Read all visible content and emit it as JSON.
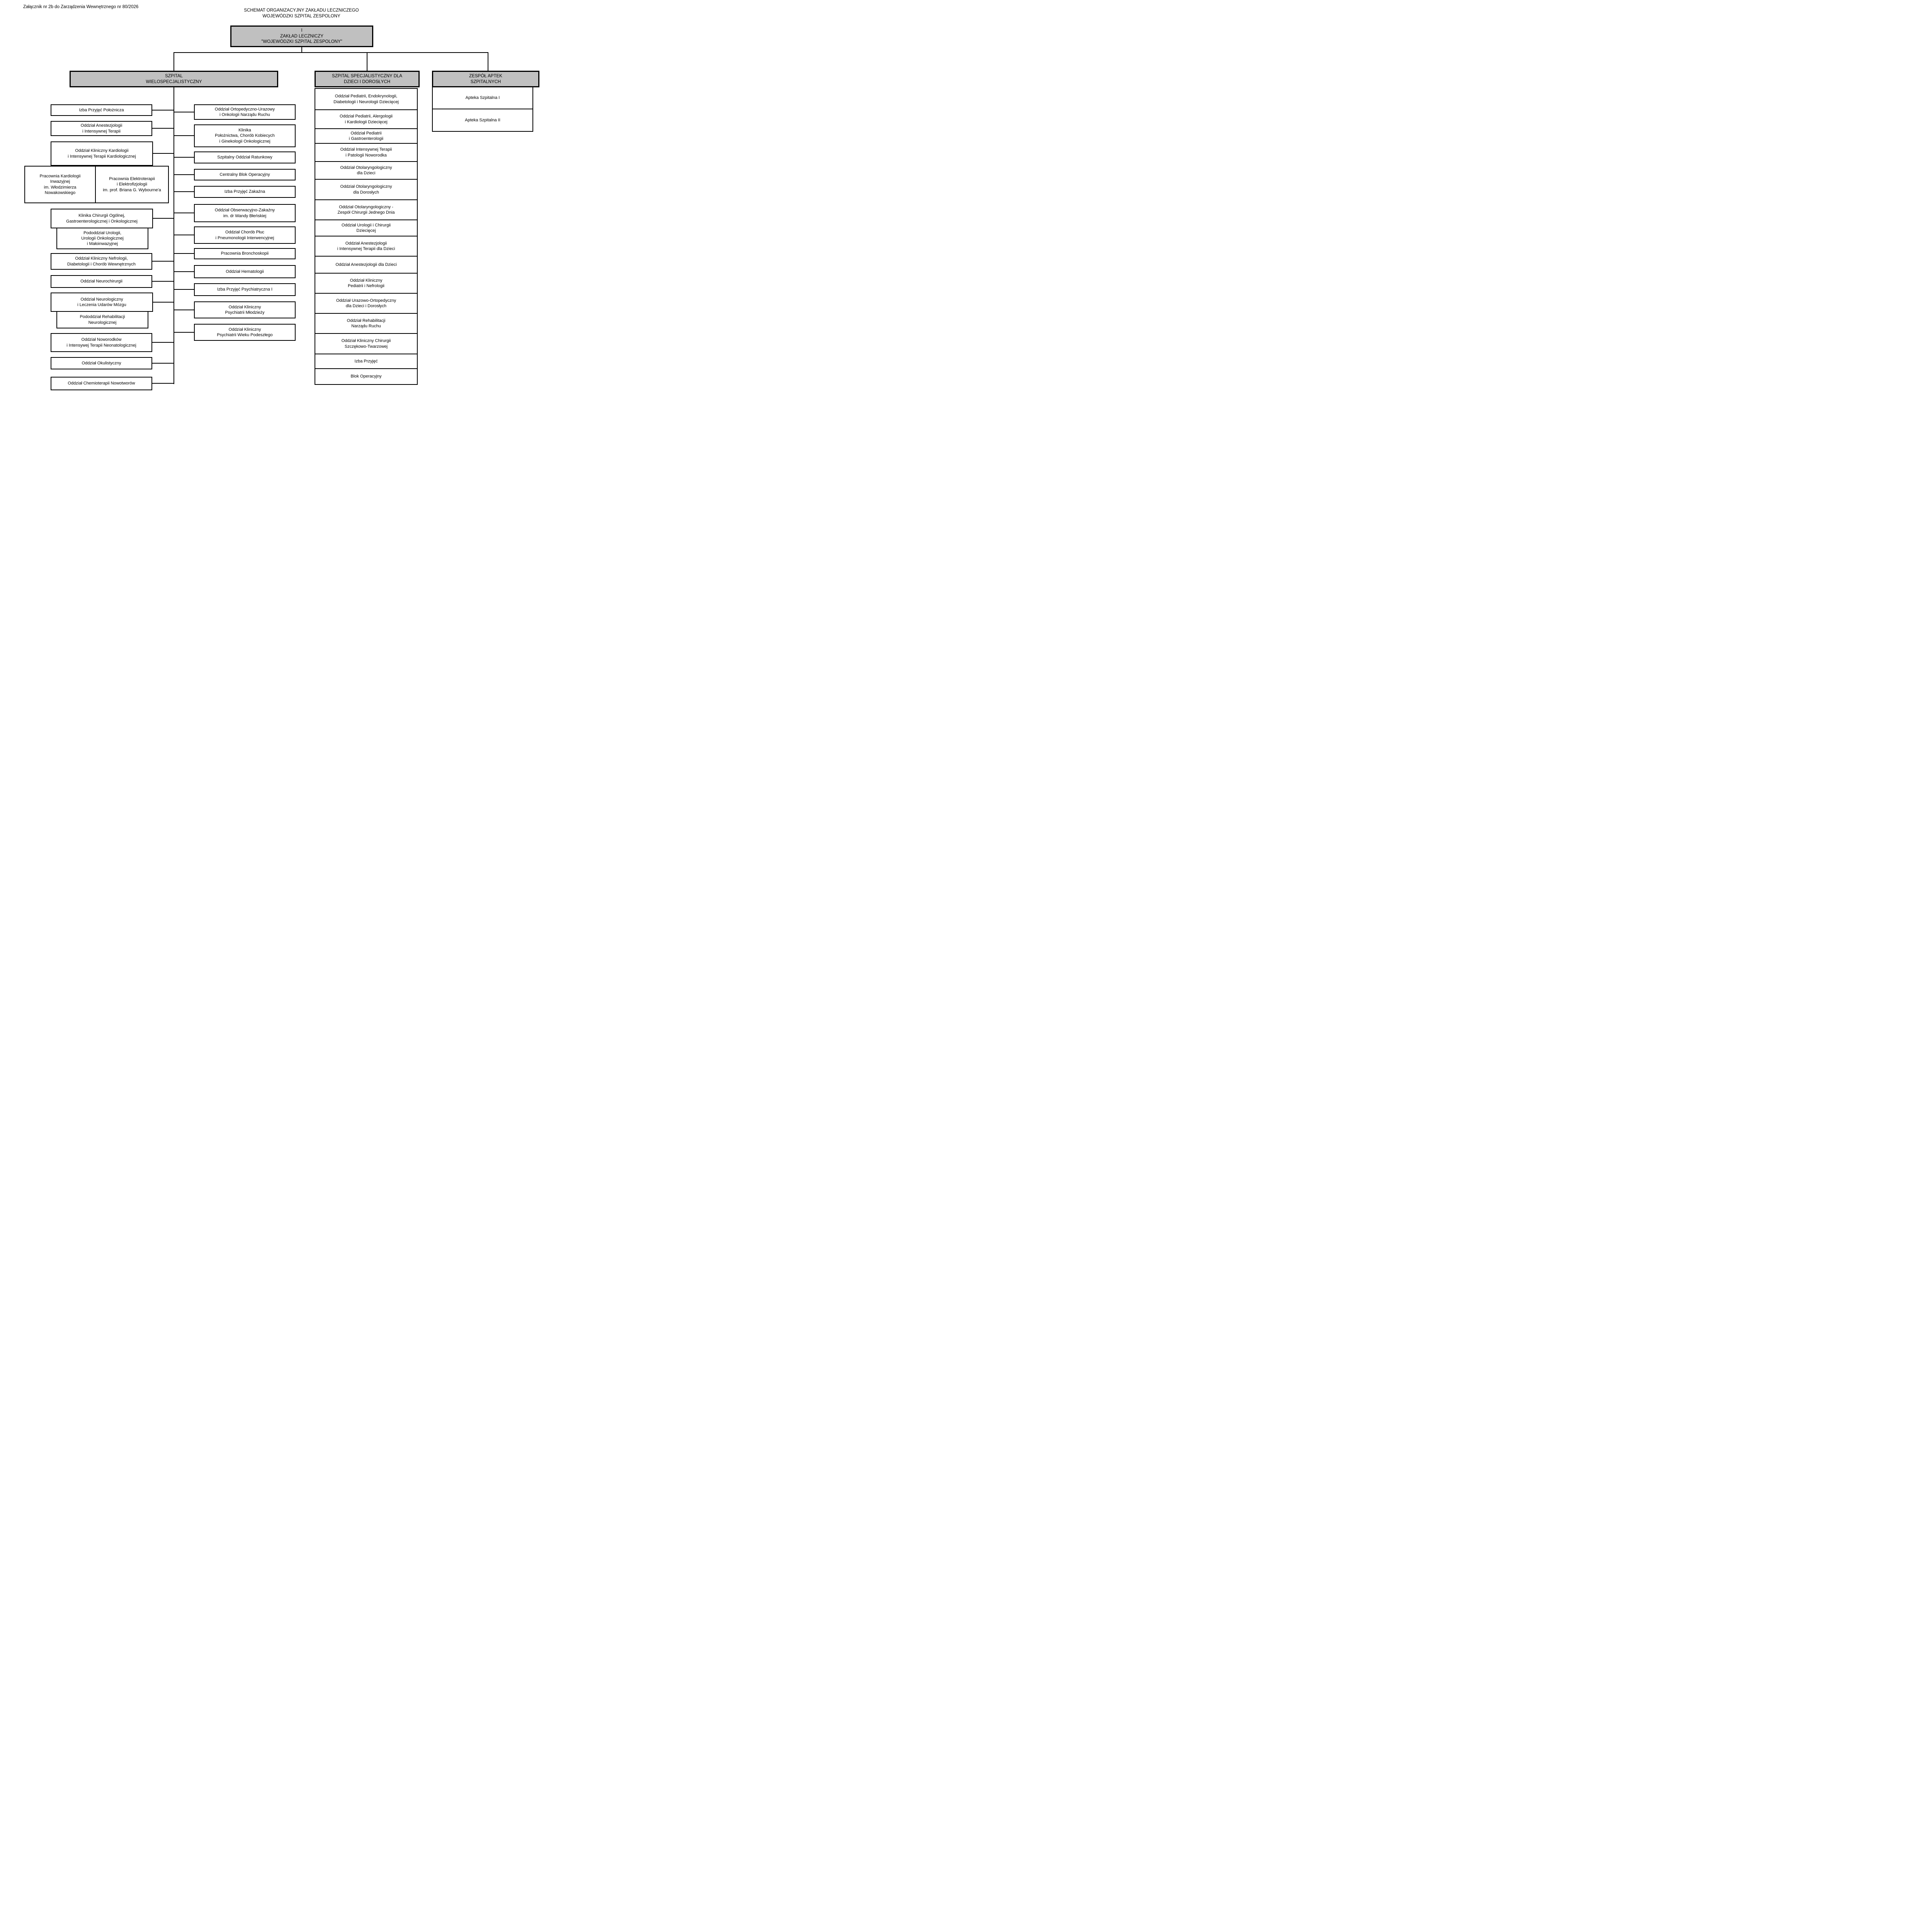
{
  "page": {
    "attachment_note": "Załącznik nr 2b do Zarządzenia Wewnętrznego nr 80/2026",
    "title": "SCHEMAT ORGANIZACYJNY ZAKŁADU LECZNICZEGO\nWOJEWÓDZKI SZPITAL ZESPOLONY"
  },
  "colors": {
    "header_fill": "#c0c0c0",
    "box_fill": "#ffffff",
    "line": "#000000"
  },
  "root": {
    "label": "I\nZAKŁAD LECZNICZY\n\"WOJEWÓDZKI SZPITAL ZESPOLONY\""
  },
  "branches": {
    "multispecialty": {
      "header": "SZPITAL\nWIELOSPECJALISTYCZNY",
      "left_items": [
        "Izba Przyjęć Położnicza",
        "Oddział Anestezjologii\ni Intensywnej Terapii",
        "Oddział Kliniczny Kardiologii\ni Intensywnej Terapii Kardiologicznej",
        "Pracownia Kardiologii\nInwazyjnej\nim. Włodzimierza\nNowakowskiego",
        "Pracownia Elektroterapii\ni Elektrofizjologii\nim. prof. Briana G. Wybourne'a",
        "Klinika Chirurgii Ogólnej,\nGastroenterologicznej  i Onkologicznej",
        "Pododdział Urologii,\nUrologii Onkologicznej\ni Małoinwazyjnej",
        "Oddział Kliniczny Nefrologii,\nDiabetologii i Chorób Wewnętrznych",
        "Oddział Neurochirurgii",
        "Oddział Neurologiczny\ni Leczenia Udarów Mózgu",
        "Pododdział Rehabilitacji\nNeurologicznej",
        "Oddział Noworodków\ni Intensywej Terapii Neonatologicznej",
        "Oddział Okulistyczny",
        "Oddział Chemioterapii Nowotworów"
      ],
      "right_items": [
        "Oddział Ortopedyczno-Urazowy\ni Onkologii Narządu Ruchu",
        "Klinika\nPołożnictwa, Chorób Kobiecych\ni Ginekologii Onkologicznej",
        "Szpitalny Oddział Ratunkowy",
        "Centralny Blok Operacyjny",
        "Izba Przyjęć Zakaźna",
        "Oddział Obserwacyjno-Zakaźny\nim. dr Wandy Błeńskiej",
        "Oddział Chorób Płuc\ni Pneumonologii Interwencyjnej",
        "Pracownia Bronchoskopii",
        "Oddział Hematologii",
        "Izba Przyjęć Psychiatryczna I",
        "Oddział Kliniczny\nPsychiatrii Młodzieży",
        "Oddział Kliniczny\nPsychiatrii Wieku Podeszłego"
      ]
    },
    "children_adults": {
      "header": "SZPITAL SPECJALISTYCZNY DLA\nDZIECI I DOROSŁYCH",
      "items": [
        "Oddział Pediatrii, Endokrynologii,\nDiabetologii i Neurologii Dziecięcej",
        "Oddział Pediatrii, Alergologii\ni Kardiologii Dziecięcej",
        "Oddział Pediatrii\ni Gastroenterologii",
        "Oddział Intensywnej Terapii\ni Patologii Noworodka",
        "Oddział Otolaryngologiczny\ndla Dzieci",
        "Oddział Otolaryngologiczny\ndla Dorosłych",
        "Oddział Otolaryngologiczny -\nZespół Chirurgii Jednego Dnia",
        "Oddział Urologii i Chirurgii\nDziecięcej",
        "Oddział Anestezjologii\ni Intensywnej Terapii dla Dzieci",
        "Oddział Anestezjologii dla Dzieci",
        "Oddział Kliniczny\nPediatrii i Nefrologii",
        "Oddział Urazowo-Ortopedyczny\ndla Dzieci i Dorosłych",
        "Oddział Rehabilitacji\nNarządu Ruchu",
        "Oddział Kliniczny Chirurgii\nSzczękowo-Twarzowej",
        "Izba Przyjęć",
        "Blok Operacyjny"
      ]
    },
    "pharmacies": {
      "header": "ZESPÓŁ APTEK\nSZPITALNYCH",
      "items": [
        "Apteka Szpitalna I",
        "Apteka Szpitalna II"
      ]
    }
  }
}
